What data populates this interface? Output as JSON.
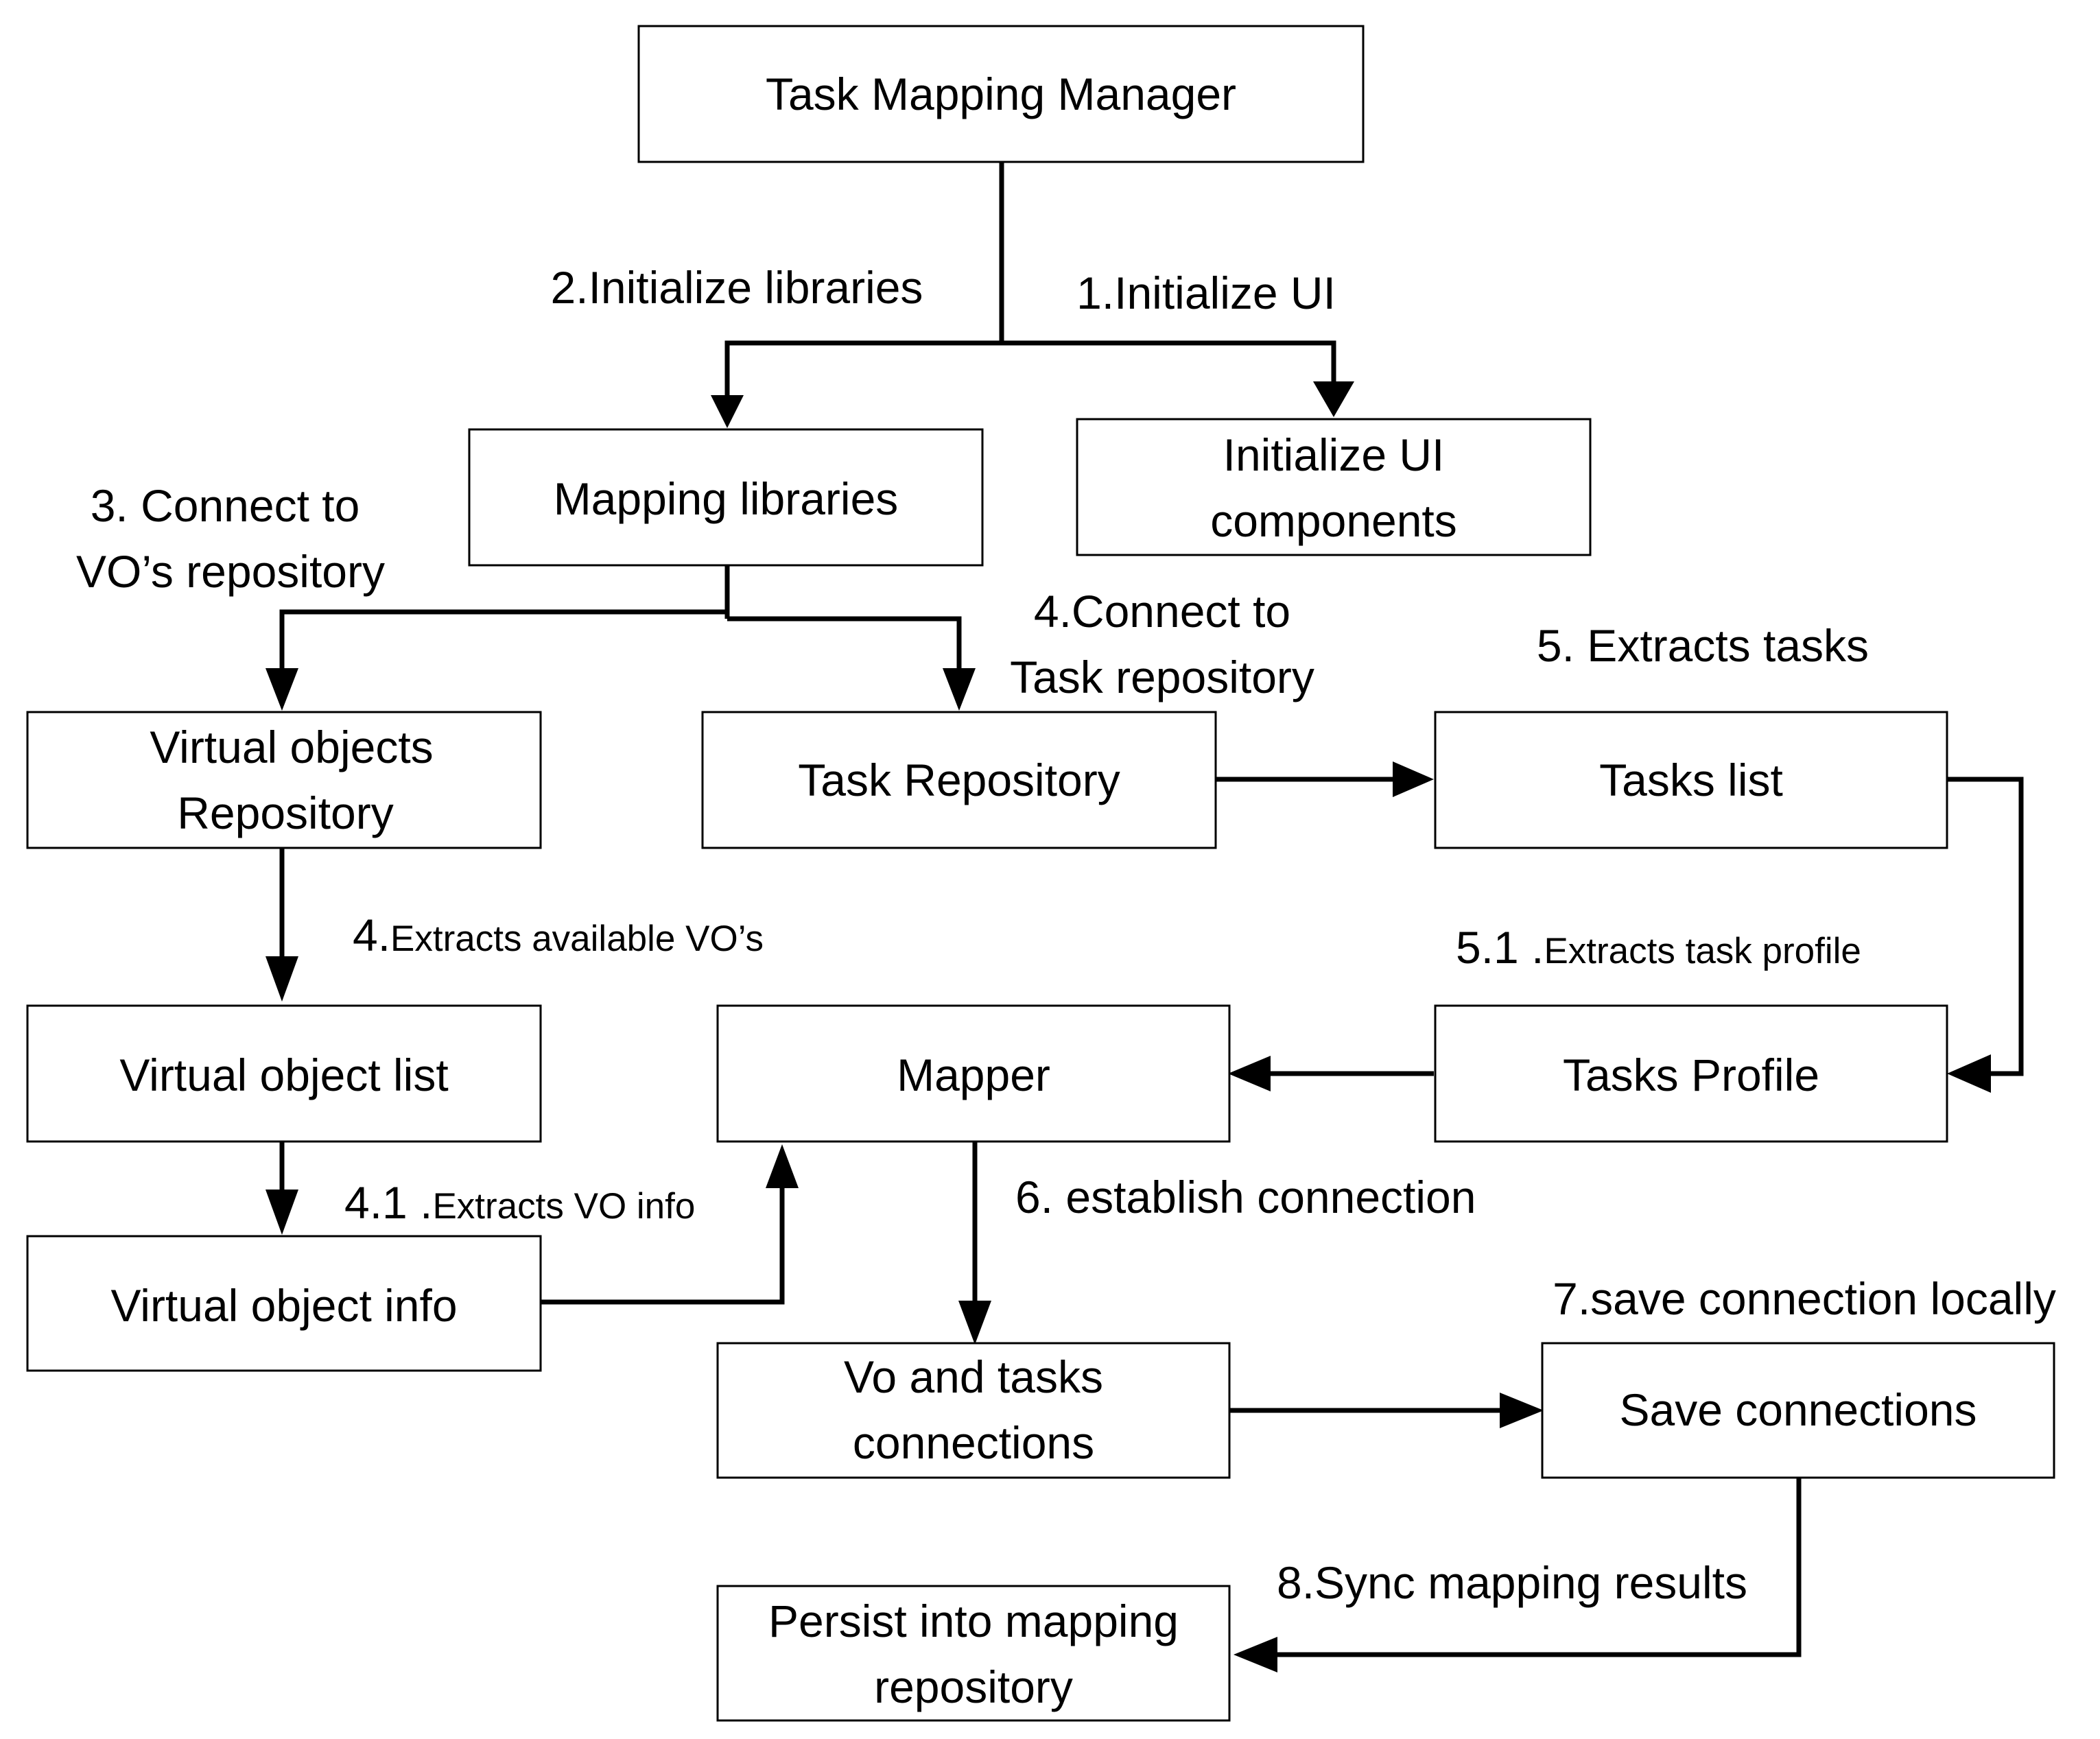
{
  "nodes": {
    "task_mapping_manager": {
      "lines": [
        "Task Mapping Manager"
      ]
    },
    "mapping_libraries": {
      "lines": [
        "Mapping libraries"
      ]
    },
    "initialize_ui_components": {
      "lines": [
        "Initialize UI",
        "components"
      ]
    },
    "virtual_objects_repository": {
      "lines": [
        "Virtual objects",
        "Repository"
      ]
    },
    "task_repository": {
      "lines": [
        "Task Repository"
      ]
    },
    "tasks_list": {
      "lines": [
        "Tasks list"
      ]
    },
    "virtual_object_list": {
      "lines": [
        "Virtual object list"
      ]
    },
    "mapper": {
      "lines": [
        "Mapper"
      ]
    },
    "tasks_profile": {
      "lines": [
        "Tasks Profile"
      ]
    },
    "virtual_object_info": {
      "lines": [
        "Virtual object info"
      ]
    },
    "vo_and_tasks_connections": {
      "lines": [
        "Vo and tasks",
        "connections"
      ]
    },
    "save_connections": {
      "lines": [
        "Save connections"
      ]
    },
    "persist_into_mapping_repository": {
      "lines": [
        "Persist into mapping",
        "repository"
      ]
    }
  },
  "steps": {
    "s1": {
      "lines": [
        "1.Initialize UI"
      ]
    },
    "s2": {
      "lines": [
        "2.Initialize libraries"
      ]
    },
    "s3": {
      "lines": [
        "3. Connect to",
        "VO’s repository"
      ]
    },
    "s4_connect": {
      "lines": [
        "4.Connect to",
        "Task repository"
      ]
    },
    "s5": {
      "lines": [
        "5. Extracts tasks"
      ]
    },
    "s4_extract": {
      "number": "4.",
      "text": "Extracts available VO’s"
    },
    "s5_1": {
      "number": "5.1 .",
      "text": "Extracts task profile"
    },
    "s4_1": {
      "number": "4.1 .",
      "text": "Extracts VO info"
    },
    "s6": {
      "lines": [
        "6. establish connection"
      ]
    },
    "s7": {
      "lines": [
        "7.save connection locally"
      ]
    },
    "s8": {
      "lines": [
        "8.Sync mapping results"
      ]
    }
  },
  "edges": [
    {
      "from": "task_mapping_manager",
      "to": "mapping_libraries",
      "label": "s2"
    },
    {
      "from": "task_mapping_manager",
      "to": "initialize_ui_components",
      "label": "s1"
    },
    {
      "from": "mapping_libraries",
      "to": "virtual_objects_repository",
      "label": "s3"
    },
    {
      "from": "mapping_libraries",
      "to": "task_repository",
      "label": "s4_connect"
    },
    {
      "from": "task_repository",
      "to": "tasks_list",
      "label": "s5"
    },
    {
      "from": "virtual_objects_repository",
      "to": "virtual_object_list",
      "label": "s4_extract"
    },
    {
      "from": "tasks_list",
      "to": "tasks_profile",
      "label": "s5_1"
    },
    {
      "from": "tasks_profile",
      "to": "mapper"
    },
    {
      "from": "virtual_object_list",
      "to": "virtual_object_info"
    },
    {
      "from": "virtual_object_info",
      "to": "mapper",
      "label": "s4_1"
    },
    {
      "from": "mapper",
      "to": "vo_and_tasks_connections",
      "label": "s6"
    },
    {
      "from": "vo_and_tasks_connections",
      "to": "save_connections",
      "label": "s7"
    },
    {
      "from": "save_connections",
      "to": "persist_into_mapping_repository",
      "label": "s8"
    }
  ]
}
